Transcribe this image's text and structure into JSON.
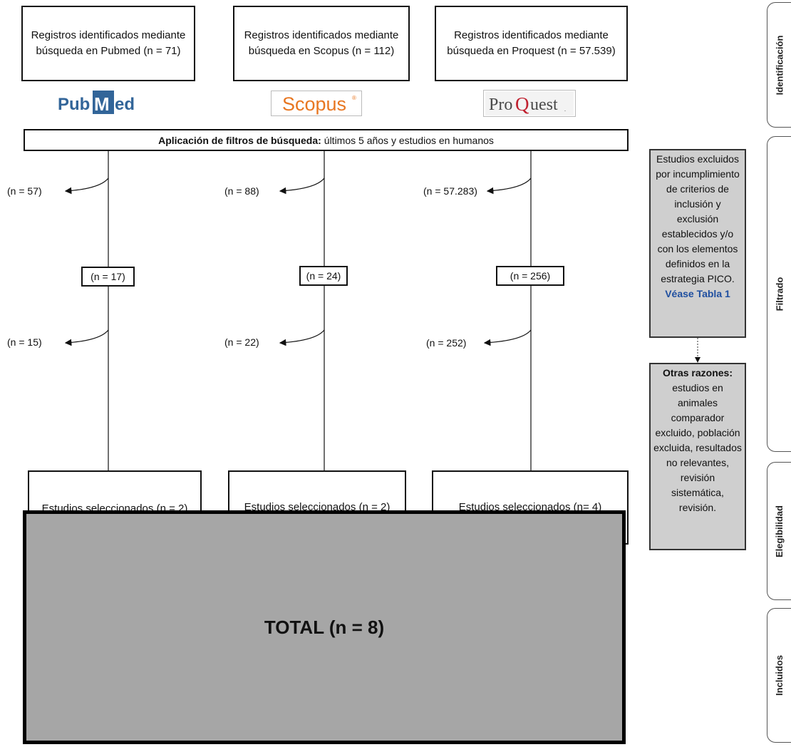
{
  "sources": [
    {
      "text": "Registros identificados mediante búsqueda en Pubmed (n = 71)",
      "logo": "PubMed"
    },
    {
      "text": "Registros identificados mediante búsqueda en Scopus (n = 112)",
      "logo": "Scopus"
    },
    {
      "text": "Registros identificados mediante búsqueda en Proquest (n = 57.539)",
      "logo": "ProQuest"
    }
  ],
  "filter": {
    "bold": "Aplicación de filtros de búsqueda:",
    "rest": "últimos 5 años y estudios en humanos"
  },
  "excluded_first": [
    "(n = 57)",
    "(n = 88)",
    "(n = 57.283)"
  ],
  "remaining": [
    "(n = 17)",
    "(n = 24)",
    "(n = 256)"
  ],
  "excluded_second": [
    "(n = 15)",
    "(n = 22)",
    "(n = 252)"
  ],
  "selected": [
    "Estudios seleccionados (n = 2)",
    "Estudios seleccionados (n = 2)",
    "Estudios seleccionados (n= 4)"
  ],
  "total": "TOTAL (n = 8)",
  "side_notes": {
    "exclusion": "Estudios excluidos por incumplimiento de criterios de inclusión y exclusión establecidos y/o con los elementos definidos en la estrategia PICO.",
    "exclusion_link": "Véase Tabla 1",
    "other_bold": "Otras razones:",
    "other_text": "estudios en animales comparador excluido, población excluida, resultados no relevantes, revisión sistemática, revisión."
  },
  "phases": [
    "Identificación",
    "Filtrado",
    "Elegibilidad",
    "Incluidos"
  ],
  "colors": {
    "side_box": "#cfcfcf",
    "total_box": "#a6a6a6",
    "link": "#1f4fa0",
    "scopus_orange": "#e87722",
    "pubmed_blue": "#326599",
    "proquest_red": "#c0202f"
  }
}
